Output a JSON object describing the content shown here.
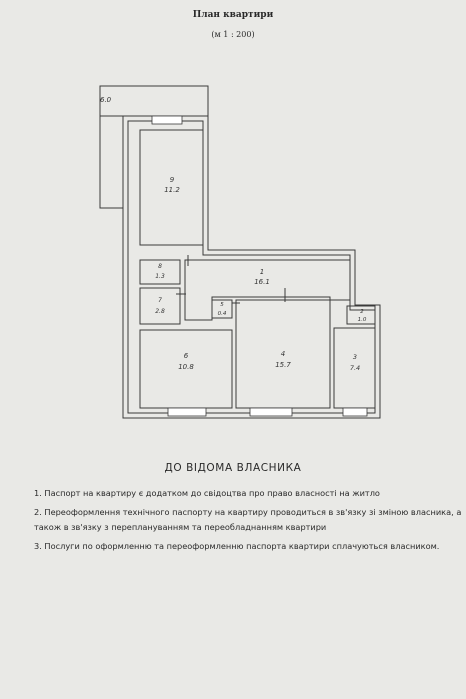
{
  "header": {
    "title": "План квартири",
    "scale": "(м 1 : 200)"
  },
  "plan": {
    "balcony_area": "6.0",
    "rooms": [
      {
        "number": "9",
        "area": "11.2"
      },
      {
        "number": "8",
        "area": "1.3"
      },
      {
        "number": "1",
        "area": "16.1"
      },
      {
        "number": "7",
        "area": "2.8"
      },
      {
        "number": "5",
        "area": "0.4"
      },
      {
        "number": "2",
        "area": "1.0"
      },
      {
        "number": "6",
        "area": "10.8"
      },
      {
        "number": "4",
        "area": "15.7"
      },
      {
        "number": "3",
        "area": "7.4"
      }
    ]
  },
  "notice": {
    "title": "ДО ВІДОМА ВЛАСНИКА",
    "items": [
      "1. Паспорт на квартиру є додатком до свідоцтва про право власності на житло",
      "2. Переоформлення технічного паспорту на квартиру проводиться в зв'язку зі зміною власника, а також в зв'язку з переплануванням та переобладнанням квартири",
      "3. Послуги по оформленню та переоформленню паспорта квартири сплачуються власником."
    ]
  }
}
